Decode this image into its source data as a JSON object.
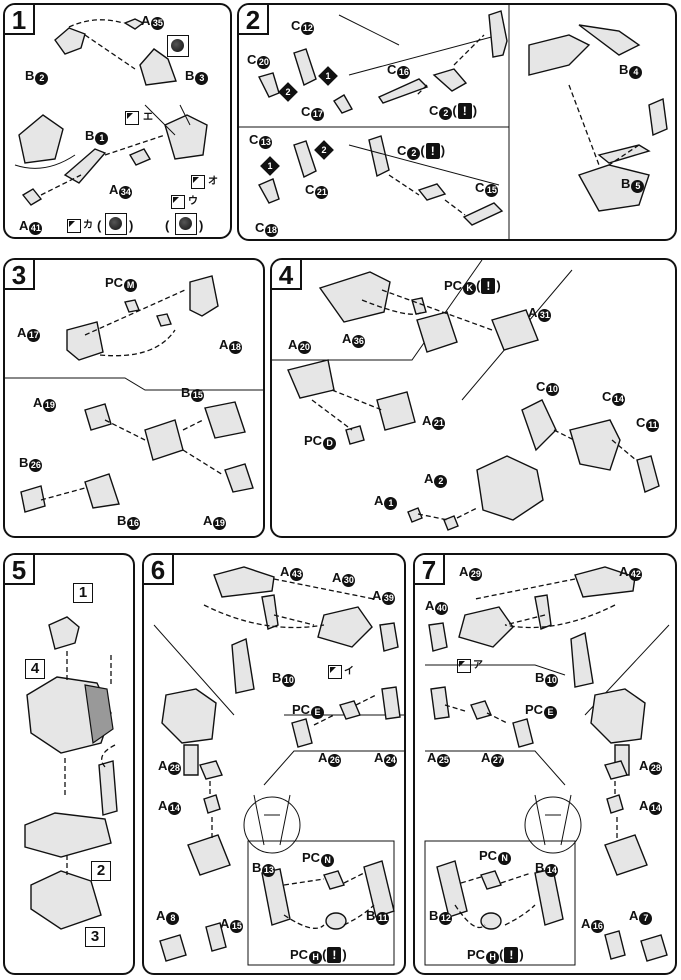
{
  "steps": [
    {
      "number": "1",
      "labels": [
        "A",
        "B",
        "B",
        "B",
        "A",
        "A"
      ],
      "label_nums": [
        "35",
        "2",
        "3",
        "1",
        "34",
        "41"
      ],
      "stickers": [
        "エ",
        "オ",
        "ウ",
        "カ"
      ]
    },
    {
      "number": "2",
      "labels": [
        "C",
        "C",
        "C",
        "C",
        "C",
        "B",
        "C",
        "C",
        "C",
        "C",
        "C",
        "B"
      ],
      "label_nums": [
        "12",
        "20",
        "16",
        "17",
        "2",
        "4",
        "13",
        "2",
        "21",
        "18",
        "15",
        "5"
      ]
    },
    {
      "number": "3",
      "labels": [
        "PC",
        "A",
        "A",
        "A",
        "B",
        "B",
        "B",
        "A"
      ],
      "label_nums": [
        "M",
        "17",
        "18",
        "19",
        "15",
        "26",
        "16",
        "19"
      ]
    },
    {
      "number": "4",
      "labels": [
        "PC",
        "A",
        "A",
        "A",
        "A",
        "PC",
        "C",
        "C",
        "C",
        "A",
        "A"
      ],
      "label_nums": [
        "K",
        "31",
        "36",
        "20",
        "21",
        "D",
        "10",
        "14",
        "11",
        "2",
        "1"
      ]
    },
    {
      "number": "5",
      "boxes": [
        "1",
        "4",
        "2",
        "3"
      ]
    },
    {
      "number": "6",
      "labels": [
        "A",
        "A",
        "A",
        "B",
        "PC",
        "A",
        "A",
        "A",
        "A",
        "PC",
        "B",
        "B",
        "A",
        "A",
        "PC"
      ],
      "label_nums": [
        "43",
        "30",
        "39",
        "10",
        "E",
        "26",
        "24",
        "28",
        "14",
        "N",
        "13",
        "11",
        "8",
        "15",
        "H"
      ],
      "stickers": [
        "イ"
      ]
    },
    {
      "number": "7",
      "labels": [
        "A",
        "A",
        "A",
        "B",
        "PC",
        "A",
        "A",
        "A",
        "A",
        "PC",
        "B",
        "B",
        "A",
        "A",
        "PC"
      ],
      "label_nums": [
        "29",
        "42",
        "40",
        "10",
        "E",
        "25",
        "27",
        "28",
        "14",
        "N",
        "14",
        "12",
        "16",
        "7",
        "H"
      ],
      "stickers": [
        "ア"
      ]
    }
  ],
  "order_marks": [
    "1",
    "2"
  ],
  "paren_open": "(",
  "paren_close": ")",
  "warn_glyph": "!"
}
